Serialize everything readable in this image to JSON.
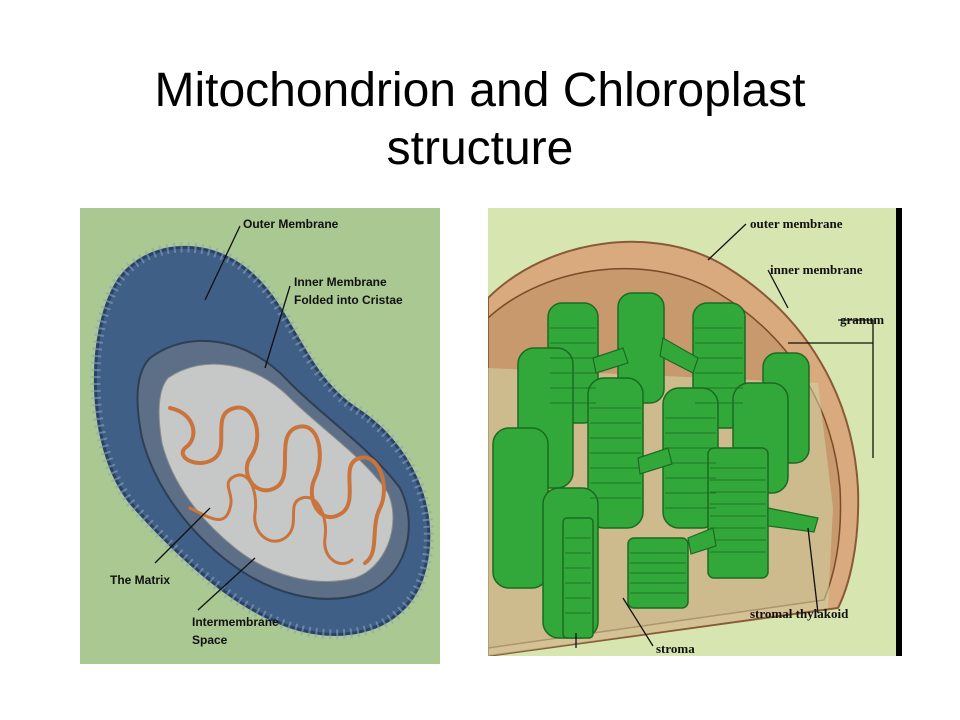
{
  "title": {
    "line1": "Mitochondrion and Chloroplast",
    "line2": "structure"
  },
  "mitochondrion": {
    "labels": {
      "outer": "Outer Membrane",
      "inner1": "Inner Membrane",
      "inner2": "Folded into Cristae",
      "matrix": "The Matrix",
      "inter1": "Intermembrane",
      "inter2": "Space"
    },
    "colors": {
      "background": "#a9c892",
      "outer_membrane": "#3f5f86",
      "cristae": "#c9743c",
      "matrix": "#c6c8c8"
    }
  },
  "chloroplast": {
    "labels": {
      "outer": "outer membrane",
      "inner": "inner membrane",
      "granum": "granum",
      "stromal": "stromal thylakoid",
      "stroma": "stroma"
    },
    "colors": {
      "background": "#d7e6b1",
      "envelope": "#d9aa7d",
      "thylakoid": "#2fa83a"
    }
  }
}
